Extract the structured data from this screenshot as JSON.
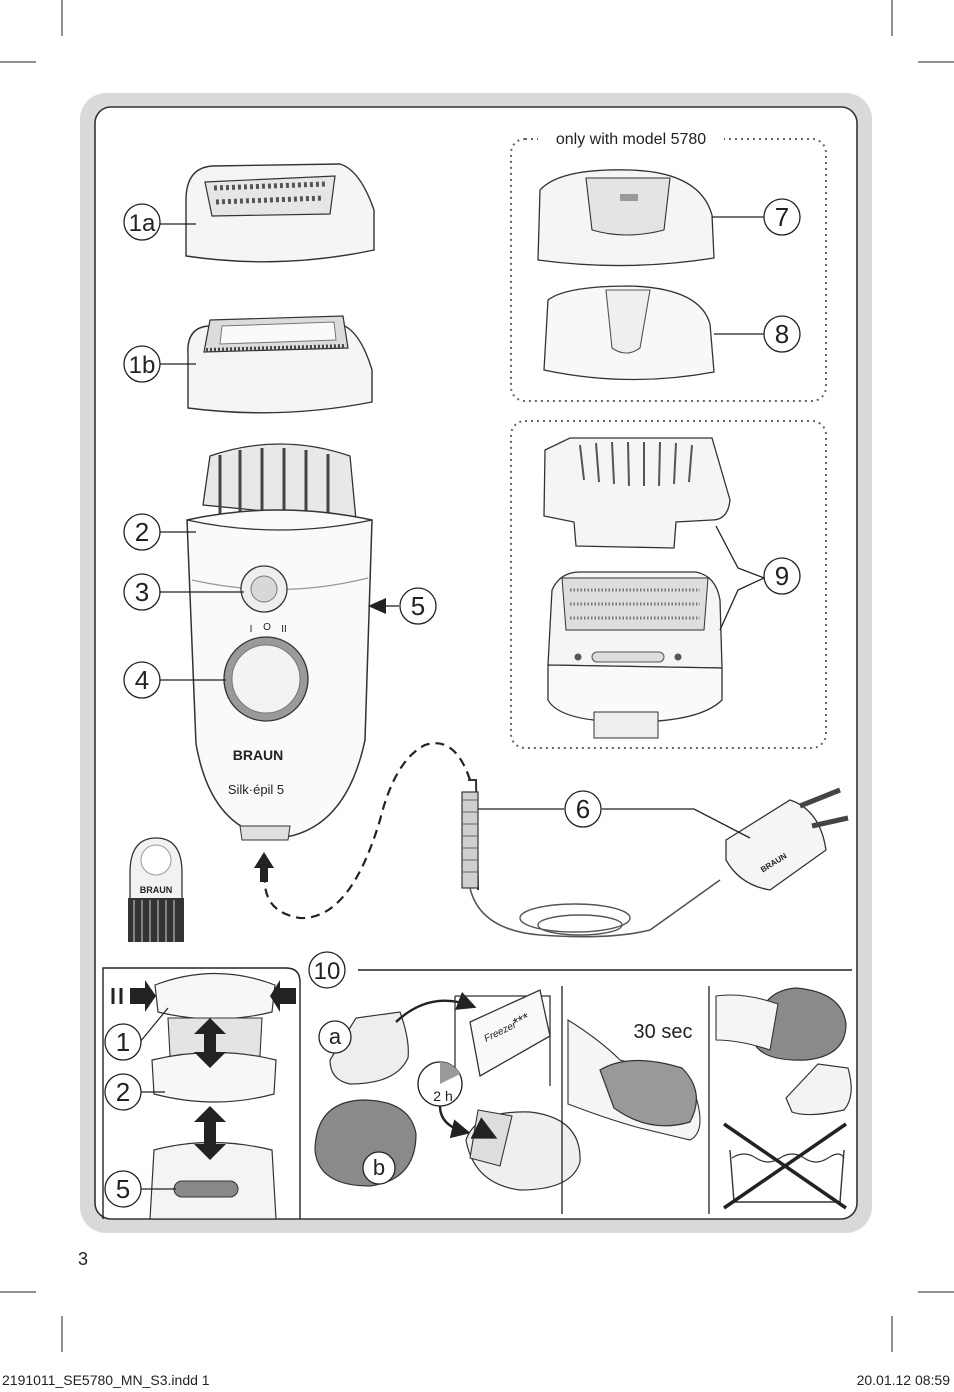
{
  "page_number": "3",
  "footer": {
    "file": "2191011_SE5780_MN_S3.indd   1",
    "date": "20.01.12   08:59"
  },
  "model_note": "only with model 5780",
  "device": {
    "brand": "BRAUN",
    "model": "Silk·épil 5",
    "switch_marks": [
      "I",
      "O",
      "II"
    ]
  },
  "brush_brand": "BRAUN",
  "plug_brand": "BRAUN",
  "callouts": {
    "c1a": "1a",
    "c1b": "1b",
    "c2": "2",
    "c3": "3",
    "c4": "4",
    "c5": "5",
    "c6": "6",
    "c7": "7",
    "c8": "8",
    "c9": "9",
    "c10": "10"
  },
  "inset_callouts": {
    "i1": "1",
    "i2": "2",
    "i5": "5"
  },
  "cooling": {
    "a": "a",
    "b": "b",
    "freezer_label": "Freezer",
    "freezer_stars": "***",
    "duration": "2 h",
    "hold_time": "30 sec"
  },
  "colors": {
    "frame": "#d9d9d9",
    "outline": "#333333",
    "glove_gray": "#8a8a8a",
    "light_gray": "#efefef"
  }
}
